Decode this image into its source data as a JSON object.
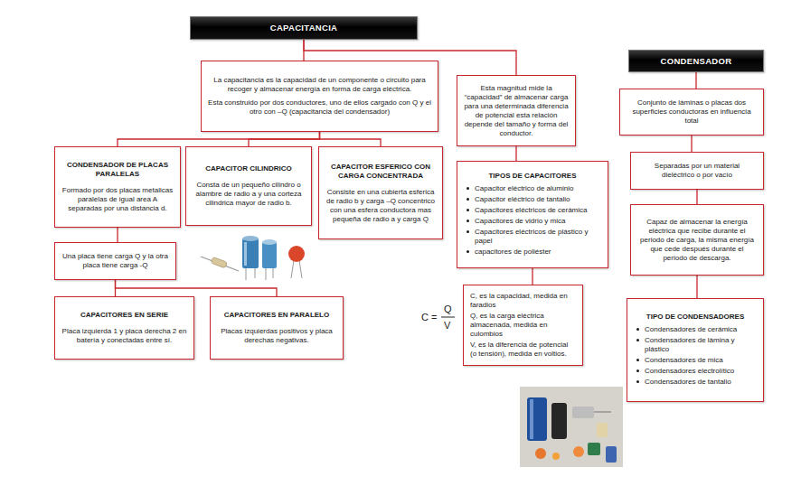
{
  "diagram": {
    "nodes": [
      {
        "text": [
          "CAPACITANCIA"
        ]
      },
      {
        "text": [
          "CONDENSADOR"
        ]
      },
      {
        "text": [
          "La capacitancia es la capacidad de un componente o circuito para recoger y almacenar energía en forma de carga eléctrica.",
          "Esta construido por dos conductores, uno de ellos cargado con Q y el otro con –Q (capacitancia del condensador)"
        ]
      },
      {
        "text": [
          "Esta magnitud mide la “capacidad” de almacenar carga para una determinada diferencia de potencial esta relación depende del tamaño y forma del conductor."
        ]
      },
      {
        "text": [
          "Conjunto de láminas o placas dos superficies conductoras en influencia total"
        ]
      },
      {
        "text": [
          "CONDENSADOR DE PLACAS PARALELAS",
          "Formado por dos placas metalicas paralelas de igual area A separadas por una distancia d."
        ]
      },
      {
        "text": [
          "CAPACITOR CILINDRICO",
          "Consta de un pequeño cilindro o alambre de radio a y una corteza cilindrica mayor de radio b."
        ]
      },
      {
        "text": [
          "CAPACITOR ESFERICO CON CARGA CONCENTRADA",
          "Consiste en una cubierta esferica de radio b y carga –Q concentrico con una esfera conductora mas pequeña de radio a y carga Q"
        ]
      },
      {
        "text": [
          "TIPOS DE CAPACITORES",
          "Capacitor eléctrico de aluminio",
          "Capacitor eléctrico de tantalio",
          "Capacitores eléctricos de cerámica",
          "Capacitores de vidrio y mica",
          "Capacitores eléctricos de plástico y papel",
          "capacitores de poliéster"
        ]
      },
      {
        "text": [
          "Separadas por un material dieléctrico o por vacío"
        ]
      },
      {
        "text": [
          "Capaz de almacenar la energía eléctrica que recibe durante el periodo de carga, la misma energía que cede después durante el periodo de descarga."
        ]
      },
      {
        "text": [
          "Una placa tiene carga Q y la otra placa tiene carga -Q"
        ]
      },
      {
        "text": [
          "CAPACITORES EN SERIE",
          "Placa izquierda 1 y placa derecha 2 en batería y conectadas entre sí."
        ]
      },
      {
        "text": [
          "CAPACITORES EN PARALELO",
          "Placas izquierdas positivos y placa derechas negativas."
        ]
      },
      {
        "text": [
          "C, es la capacidad, medida en faradios",
          "Q, es la carga eléctrica almacenada, medida en culombios",
          "V, es la diferencia de potencial (o tensión), medida en voltios."
        ]
      },
      {
        "text": [
          "TIPO DE CONDENSADORES",
          "Condensadores de cerámica",
          "Condensadores de lámina y plástico",
          "Condensadores de mica",
          "Condensadores electrolítico",
          "Condensadores de tantalio"
        ]
      }
    ],
    "edges": [
      {
        "from": 0,
        "to": 2,
        "arrow": "none"
      },
      {
        "from": 0,
        "to": 3,
        "arrow": "none"
      },
      {
        "from": 1,
        "to": 4,
        "arrow": "none"
      },
      {
        "from": 2,
        "to": 5,
        "arrow": "none"
      },
      {
        "from": 2,
        "to": 6,
        "arrow": "none"
      },
      {
        "from": 2,
        "to": 7,
        "arrow": "none"
      },
      {
        "from": 3,
        "to": 8,
        "arrow": "none"
      },
      {
        "from": 4,
        "to": 9,
        "arrow": "none"
      },
      {
        "from": 5,
        "to": 11,
        "arrow": "none"
      },
      {
        "from": 8,
        "to": 14,
        "arrow": "none"
      },
      {
        "from": 9,
        "to": 10,
        "arrow": "none"
      },
      {
        "from": 11,
        "to": 12,
        "arrow": "none"
      },
      {
        "from": 11,
        "to": 13,
        "arrow": "none"
      },
      {
        "from": 10,
        "to": 15,
        "arrow": "none"
      }
    ],
    "labels": [
      "C =",
      "Q",
      "V"
    ]
  }
}
